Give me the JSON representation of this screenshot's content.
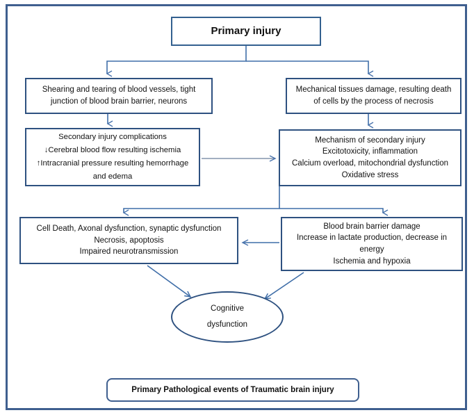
{
  "figure": {
    "caption": "Primary Pathological events of Traumatic brain injury",
    "accent_color": "#2e5180",
    "frame_color": "#3f5f8f",
    "background": "#ffffff"
  },
  "nodes": {
    "primary": {
      "label": "Primary injury",
      "lines": [
        "Primary injury"
      ]
    },
    "shearing": {
      "lines": [
        "Shearing and tearing of blood vessels, tight",
        "junction of blood brain barrier, neurons"
      ]
    },
    "mechanical": {
      "lines": [
        "Mechanical tissues damage, resulting death",
        "of cells by the process of necrosis"
      ]
    },
    "secondary": {
      "lines": [
        "Secondary injury complications",
        "↓Cerebral blood flow resulting ischemia",
        "↑Intracranial pressure resulting hemorrhage",
        "and edema"
      ]
    },
    "mechanism": {
      "lines": [
        "Mechanism of secondary injury",
        "Excitotoxicity, inflammation",
        "Calcium overload, mitochondrial dysfunction",
        "Oxidative stress"
      ]
    },
    "celldeath": {
      "lines": [
        "Cell Death, Axonal dysfunction, synaptic dysfunction",
        "Necrosis, apoptosis",
        "Impaired neurotransmission"
      ]
    },
    "bbb": {
      "lines": [
        "Blood brain barrier damage",
        "Increase in lactate production, decrease in",
        "energy",
        "Ischemia and hypoxia"
      ]
    },
    "cognitive": {
      "lines": [
        "Cognitive",
        "dysfunction"
      ]
    }
  },
  "edges": [
    {
      "name": "primary-to-shearing",
      "from": "primary",
      "to": "shearing",
      "style": "elbow-down-left"
    },
    {
      "name": "primary-to-mechanical",
      "from": "primary",
      "to": "mechanical",
      "style": "elbow-down-right"
    },
    {
      "name": "shearing-to-secondary",
      "from": "shearing",
      "to": "secondary",
      "style": "straight-down"
    },
    {
      "name": "mechanical-to-mechanism",
      "from": "mechanical",
      "to": "mechanism",
      "style": "straight-down"
    },
    {
      "name": "secondary-to-mechanism",
      "from": "secondary",
      "to": "mechanism",
      "style": "straight-right"
    },
    {
      "name": "mechanism-to-celldeath",
      "from": "mechanism",
      "to": "celldeath",
      "style": "elbow-down-left"
    },
    {
      "name": "mechanism-to-bbb",
      "from": "mechanism",
      "to": "bbb",
      "style": "elbow-down-right"
    },
    {
      "name": "bbb-to-celldeath",
      "from": "bbb",
      "to": "celldeath",
      "style": "straight-left"
    },
    {
      "name": "celldeath-to-cognitive",
      "from": "celldeath",
      "to": "cognitive",
      "style": "diagonal"
    },
    {
      "name": "bbb-to-cognitive",
      "from": "bbb",
      "to": "cognitive",
      "style": "diagonal"
    }
  ]
}
